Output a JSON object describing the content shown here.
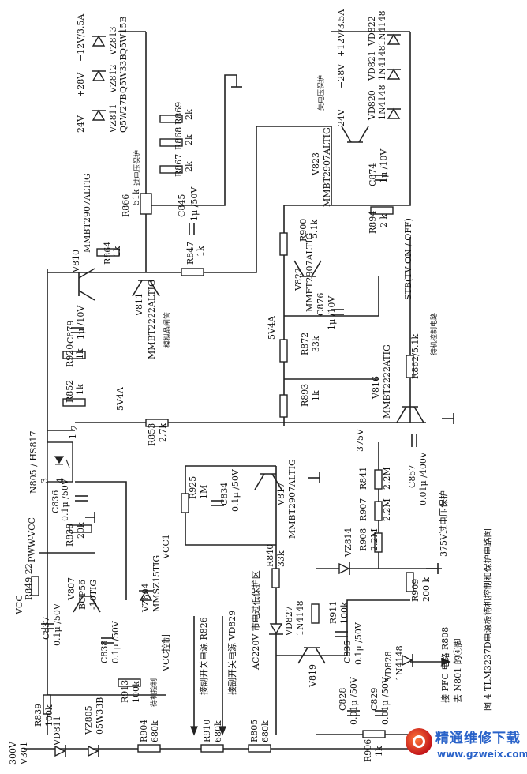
{
  "figure": {
    "caption": "图 4  TLM3237D电源板待机控制和保护电路图"
  },
  "watermark": {
    "site_name": "精通维修下载",
    "url": "www.gzweix.com"
  },
  "labels": {
    "rail_24v_left": "24V",
    "rail_28v_left": "+28V",
    "rail_12v_left": "+12V/3.5A",
    "vz811_top": "VZ811",
    "vz811_top_val": "Q5W27B",
    "vz812": "VZ812",
    "vz812_val": "Q5W33B",
    "vz813": "VZ813",
    "vz813_val": "Q5W15B",
    "ovp_note": "过电压保护",
    "r869": "R869",
    "r869_val": "2k",
    "r868": "R868",
    "r868_val": "2k",
    "r867": "R867",
    "r867_val": "2k",
    "r866": "R866",
    "r866_val": "51k",
    "c845": "C845",
    "c845_val": "1μ /50V",
    "r864": "R864",
    "r864_val": "1k",
    "v810": "V810",
    "v810_part": "MMBT2907ALTIG",
    "r847": "R847",
    "r847_val": "1k",
    "c879": "C879",
    "c879_val": "1μ /10V",
    "v811": "V811",
    "v811_part": "MMBT2222ALTIG",
    "sim_scr": "模拟晶闸管",
    "r920": "R920",
    "r920_val": "1k",
    "r852": "R852",
    "r852_val": "1k",
    "v5v4a_left": "5V4A",
    "rail_24v_right": "24V",
    "rail_28v_right": "+28V",
    "rail_12v_right": "+12V/3.5A",
    "vd820": "VD820",
    "vd820_val": "1N4148",
    "vd821": "VD821",
    "vd821_val": "1N4148",
    "vd822": "VD822",
    "vd822_val": "1N4148",
    "uvp_note": "失电压保护",
    "v823": "V823",
    "v823_part": "MMBT2907ALTIG",
    "c874": "C874",
    "c874_val": "1μ /10V",
    "r900": "R900",
    "r900_val": "5.1k",
    "v822": "V822",
    "v822_part": "MMFT2907ALTIG",
    "r894": "R894",
    "r894_val": "2 k",
    "v5v4a_mid": "5V4A",
    "c876": "C876",
    "c876_val": "1μ /10V",
    "r872": "R872",
    "r872_val": "33k",
    "stb_label": "STB(TV ON / OFF)",
    "standby_note": "待机控制电路",
    "r862": "R862/5.1k",
    "r893": "R893",
    "r893_val": "1k",
    "v816": "V816",
    "v816_part": "MMBT2222ATIG",
    "r853": "R853",
    "r853_val": "2,7k",
    "n805": "N805 / HS817",
    "pin1": "1",
    "pin2": "2",
    "pin3": "3",
    "pin4": "4",
    "rail_375v": "375V",
    "c857": "C857",
    "c857_val": "0.01μ /400V",
    "r841": "R841",
    "r841_val": "2.2M",
    "r907": "R907",
    "r907_val": "2.2M",
    "r908": "R908",
    "r908_val": "2.2M",
    "ovp375_note": "375V过电压保护",
    "r909": "R909",
    "r909_val": "200 k",
    "vz814": "VZ814",
    "c836": "C836",
    "c836_val": "0.1μ /50V",
    "r838": "R838",
    "r838_val": "20k",
    "pww_vcc": "PWW-VCC",
    "r925": "R925",
    "r925_val": "1M",
    "c834": "C834",
    "c834_val": "0.1μ /50V",
    "v817": "V817",
    "v817_part": "MMBT2907ALTIG",
    "vcc1": "VCC1",
    "r849": "R849 22",
    "v807": "V807",
    "v807_part": "BCP56",
    "v807_part2": "-10TIG",
    "vz804": "VZ804",
    "vz804_part": "MMSZ15TIG",
    "r840": "R840",
    "r840_val": "33k",
    "ac_uvp_note": "AC220V 市电过低保护区",
    "r911": "R911",
    "r911_val": "100k",
    "vd827": "VD827",
    "vd827_val": "1N4148",
    "vcc_left": "VCC",
    "c837": "C837",
    "c837_val": "0.1μ /50V",
    "c838": "C838",
    "c838_val": "0.1μ /50V",
    "vcc_ctrl": "VCC控制",
    "r913": "R913",
    "r913_val": "100k",
    "standby_ctrl_note": "待机控制",
    "to_sw_r826": "接副开关电源 R826",
    "to_sw_vd829": "接副开关电源 VD829",
    "c835": "C835",
    "c835_val": "0.1μ /50V",
    "vd828": "VD828",
    "vd828_val": "1N4148",
    "v819": "V819",
    "pfc_note": "接 PFC 电路 R808",
    "pfc_note2": "去 N801 的④脚",
    "c828": "C828",
    "c828_val": "0.01μ /50V",
    "c829": "C829",
    "c829_val": "0.01μ /50V",
    "r839": "R839",
    "r839_val": "100k",
    "vz805": "VZ805",
    "vz805_val": "05W33B",
    "vd811": "VD811",
    "v300": "300V",
    "v301": "V301",
    "r904": "R904",
    "r904_val": "680k",
    "r910": "R910",
    "r910_val": "680k",
    "r805": "R805",
    "r805_val": "680k",
    "r906": "R906",
    "r906_val": "1k"
  }
}
